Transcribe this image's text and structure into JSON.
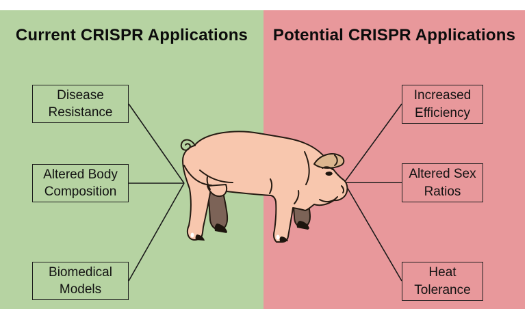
{
  "page": {
    "bg_color": "#ffffff"
  },
  "left_panel": {
    "title": "Current CRISPR Applications",
    "bg_color": "#b6d3a2",
    "items": [
      {
        "label": "Disease Resistance"
      },
      {
        "label": "Altered Body Composition"
      },
      {
        "label": "Biomedical Models"
      }
    ]
  },
  "right_panel": {
    "title": "Potential CRISPR Applications",
    "bg_color": "#e8989b",
    "items": [
      {
        "label": "Increased Efficiency"
      },
      {
        "label": "Altered Sex Ratios"
      },
      {
        "label": "Heat Tolerance"
      }
    ]
  },
  "figure": {
    "center_icon": "pig-illustration",
    "pig_body_color": "#f8c7ae",
    "pig_far_leg_color": "#7c6357",
    "pig_ear_color": "#dcb68f",
    "outline_color": "#241a12",
    "connector_color": "#1a1a1a",
    "text_color": "#111111"
  }
}
